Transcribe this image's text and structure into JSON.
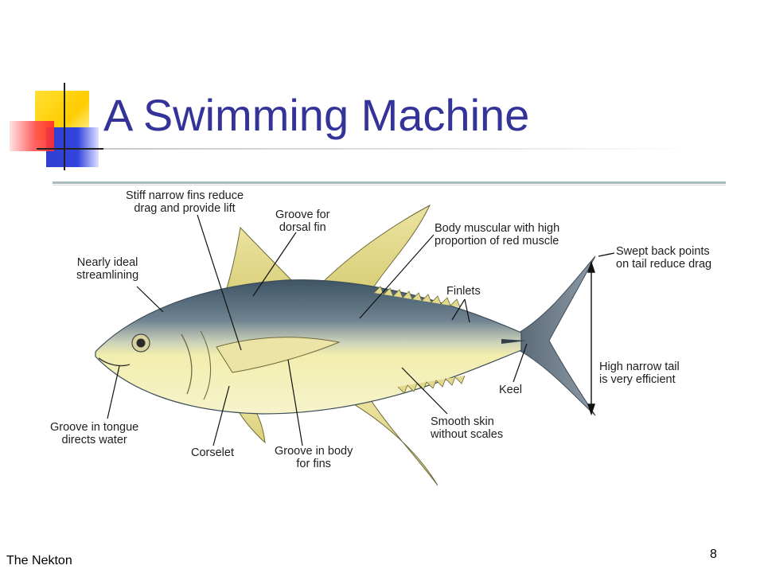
{
  "slide": {
    "title": "A Swimming Machine",
    "footer": "The Nekton",
    "page_number": "8"
  },
  "diagram": {
    "labels": {
      "stiff_fins": "Stiff narrow fins reduce\ndrag and provide lift",
      "groove_dorsal": "Groove for\ndorsal fin",
      "body_muscular": "Body muscular with high\nproportion of red muscle",
      "swept_back": "Swept back points\non tail reduce drag",
      "nearly_ideal": "Nearly ideal\nstreamlining",
      "finlets": "Finlets",
      "high_narrow_tail": "High narrow tail\nis very efficient",
      "keel": "Keel",
      "groove_tongue": "Groove in tongue\ndirects water",
      "smooth_skin": "Smooth skin\nwithout scales",
      "corselet": "Corselet",
      "groove_body": "Groove in body\nfor fins"
    },
    "colors": {
      "back": "#5a6f7e",
      "belly": "#f1eeb0",
      "fin": "#e6de93",
      "title": "#33339a"
    }
  }
}
